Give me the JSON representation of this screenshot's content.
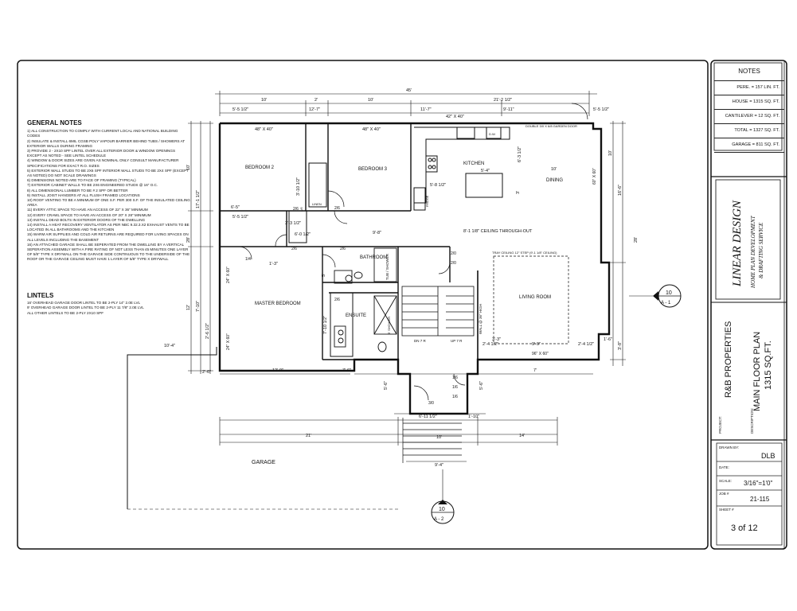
{
  "general_notes": {
    "heading": "GENERAL NOTES",
    "items": [
      "1) ALL CONSTRUCTION TO COMPLY WITH CURRENT LOCAL AND NATIONAL BUILDING CODES",
      "2) INSULATE & INSTALL 6MIL CGSB POLY VAPOUR BARRIER BEHIND TUBS / SHOWERS AT EXTERIOR WALLS DURING FRAMING",
      "3) PROVIDE 2 - 2X10 SPF LINTEL OVER ALL EXTERIOR DOOR & WINDOW OPENINGS EXCEPT AS NOTED - SEE LINTEL SCHEDULE",
      "4) WINDOW & DOOR SIZES ARE GIVEN AS NOMINAL ONLY CONSULT MANUFACTURER SPECIFICATIONS FOR EXACT R.O. SIZES",
      "5) EXTERIOR WALL STUDS TO BE 2X6 SPF INTERIOR WALL STUDS TO BE 2X4 SPF (EXCEPT AS NOTED) DO NOT SCALE DRAWINGS",
      "6) DIMENSIONS NOTED ARE TO FACE OF FRAMING (TYPICAL)",
      "7) EXTERIOR CABINET WALLS TO BE 2X6 ENGINEERED STUDS @ 16\" O.C.",
      "8) ALL DIMENSIONAL LUMBER TO BE # 2 SPF OR BETTER",
      "9) INSTALL JOIST HANGERS AT ALL FLUSH FRAMED LOCATIONS",
      "10) ROOF VENTING TO BE A MINIMUM OF ONE S.F. PER 300 S.F. OF THE INSULATED CEILING AREA",
      "11) EVERY ATTIC SPACE TO HAVE AN ACCESS OF 22\" X 36\" MINIMUM",
      "12) EVERY CRAWL SPACE TO HAVE AN ACCESS OF 20\" X 28\" MINIMUM",
      "13) INSTALL DEAD BOLTS IN EXTERIOR DOORS OF THE DWELLING",
      "14) INSTALL A HEAT RECOVERY VENTILATOR AS PER NBC 9.32.3.X2 EXHAUST VENTS TO BE LOCATED IN ALL BATHROOMS AND THE KITCHEN",
      "15) WARM AIR SUPPLIES AND COLD AIR RETURNS ARE REQUIRED FOR LIVING SPACES ON ALL LEVELS INCLUDING THE BASEMENT",
      "16) AN ATTACHED GARAGE SHALL BE SEPERATED FROM THE DWELLING BY A VERTICAL SEPERATION ASSEMBLY WITH A FIRE RATING OF NOT LESS THAN 45 MINUTES ONE LAYER OF 5/8\" TYPE X DRYWALL ON THE GARAGE SIDE CONTINUOUS TO THE UNDERSIDE OF THE ROOF OR THE GARAGE CEILING MUST HAVE 1 LAYER OF 5/8\" TYPE X DRYWALL"
    ]
  },
  "lintels": {
    "heading": "LINTELS",
    "items": [
      "16' OVERHEAD GARAGE DOOR LINTEL TO BE 2-PLY 14\" 2.0E LVL",
      "9' OVERHEAD GARAGE DOOR LINTEL TO BE 2-PLY 11 7/8\" 2.0E LVL",
      "ALL OTHER LINTELS TO BE 2-PLY 2X10 SPF"
    ]
  },
  "notes_panel": {
    "title": "NOTES",
    "rows": [
      "PERE. = 157 LIN. FT.",
      "HOUSE = 1315 SQ. FT.",
      "CANTILEVER = 12 SQ. FT.",
      "TOTAL = 1327 SQ. FT.",
      "GARAGE = 811 SQ. FT."
    ]
  },
  "logo": {
    "name": "LINEAR DESIGN",
    "tagline_1": "HOME PLAN DEVELOPMENT",
    "tagline_2": "& DRAFTING SERVICE"
  },
  "project": {
    "project_label": "PROJECT:",
    "project_name": "R&B PROPERTIES",
    "description_label": "DESCRIPTION:",
    "description_1": "MAIN FLOOR PLAN",
    "description_2": "1315 SQ.FT."
  },
  "title_block": {
    "drawn_by_label": "DRAWN BY:",
    "drawn_by": "DLB",
    "date_label": "DATE:",
    "scale_label": "SCALE:",
    "scale": "3/16\"=1'0\"",
    "job_label": "JOB #",
    "job": "21-115",
    "sheet_label": "SHEET #",
    "sheet": "3 of 12"
  },
  "rooms": {
    "bedroom2": "BEDROOM 2",
    "bedroom3": "BEDROOM 3",
    "kitchen": "KITCHEN",
    "dining": "DINING",
    "living": "LIVING ROOM",
    "master": "MASTER BEDROOM",
    "bathroom": "BATHROOM",
    "ensuite": "ENSUITE",
    "garage": "GARAGE"
  },
  "labels": {
    "ceiling": "8'-1 1/8\" CEILING THROUGH-OUT",
    "tray": "TRAY CEILING 12\" STEP (9'-1 1/8\" CEILING)",
    "garden_door": "DOUBLE 3/0 X 6/8 GARDEN DOOR",
    "linen": "LINEN",
    "fridge": "FRIDGE",
    "dw": "D.W.",
    "tub_shower": "TUB / SHOWER",
    "shower5": "5' SHOWER",
    "wall_high": "WALL @ 36\" HIGH",
    "up7r": "UP 7 R",
    "dn7r": "DN 7 R",
    "win_b2": "48\" X 40\"",
    "win_b3": "48\" X 40\"",
    "win_k": "42\" X 40\"",
    "win_d": "60\" X 60\"",
    "win_l": "96\" X 60\"",
    "win_m1": "24\" X 60\"",
    "win_m2": "24\" X 60\"",
    "d26a": "2/6",
    "d26b": "2/6",
    "d26c": "2/6",
    "d26d": "2/6",
    "d26e": "2/6",
    "d20a": "2/0",
    "d20b": "2/0",
    "d16a": "1/6",
    "d16b": "1/6",
    "d16c": "1/6",
    "d16d": "1/6",
    "d14": "1/4",
    "d30": "3/0"
  },
  "dims": {
    "top_overall": "45'",
    "t1": "10'",
    "t2": "2'",
    "t3": "10'",
    "t4": "21'-2 1/2\"",
    "t5": "5'-5 1/2\"",
    "t6": "12'-7\"",
    "t7": "11'-7\"",
    "t8": "9'-11\"",
    "t9": "5'-5 1/2\"",
    "l1": "10'",
    "l2": "17'-1 1/2\"",
    "l3": "28'",
    "l4": "12'",
    "l5": "7'-10\"",
    "l6": "2'-6 1/2\"",
    "l7": "10'-4\"",
    "l8": "2'-6\"",
    "r1": "10'",
    "r2": "16'-6\"",
    "r3": "28'",
    "r4": "3'-8\"",
    "r5": "5'-6\"",
    "i1": "6'-5\"",
    "i2": "3'-10 1/2\"",
    "i3": "3'-3 1/2\"",
    "i4": "6'-0 1/2\"",
    "i5": "9'-8\"",
    "i6": "5'-4\"",
    "i7": "5'-8 1/2\"",
    "i8": "10'",
    "i9": "6'-3 1/2\"",
    "i10": "3'",
    "i11": "5'",
    "i12": "1'-3\"",
    "i13": "5'-5 1/2\"",
    "i14": "7'-10 1/2\"",
    "i15": "9'-9\"",
    "i16": "2'-4 1/2\"",
    "i17": "2'-4 1/2\"",
    "i18": "1'-6\"",
    "i19": "3'-3\"",
    "b1": "12'-9\"",
    "b2": "7'-6\"",
    "b3": "7'",
    "b4": "6'-11 1/2\"",
    "b5": "1'-10\"",
    "b6": "10'",
    "b7": "21'",
    "b8": "14'",
    "b9": "9'-4\"",
    "b10": "5'-6\""
  },
  "section_marks": {
    "right_top": "10",
    "right_bottom": "A - 1",
    "bottom_top": "10",
    "bottom_bottom": "A - 2"
  }
}
